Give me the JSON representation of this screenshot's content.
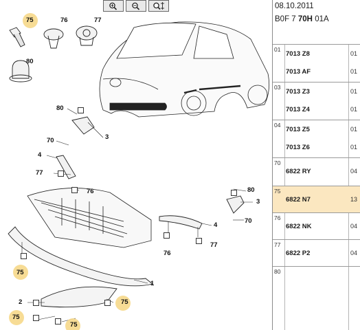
{
  "toolbar": {
    "zoom_in_icon": "zoom-in-icon",
    "zoom_out_icon": "zoom-out-icon",
    "fit_icon": "zoom-fit-icon"
  },
  "header": {
    "date": "08.10.2011",
    "ref_prefix": "B0F 7 ",
    "ref_bold": "70H",
    "ref_suffix": " 01A"
  },
  "callouts": {
    "c75a": "75",
    "c76a": "76",
    "c77a": "77",
    "c80a": "80",
    "c80b": "80",
    "c3a": "3",
    "c70a": "70",
    "c4a": "4",
    "c77b": "77",
    "c76b": "76",
    "c80c": "80",
    "c3b": "3",
    "c70b": "70",
    "c4b": "4",
    "c77c": "77",
    "c76c": "76",
    "c75b": "75",
    "c1": "1",
    "c2": "2",
    "c75c": "75",
    "c75d": "75",
    "c75e": "75"
  },
  "parts": [
    {
      "code": "01",
      "rows": [
        {
          "pn": "7013 Z8",
          "qty": "01"
        },
        {
          "pn": "7013 AF",
          "qty": "01"
        }
      ]
    },
    {
      "code": "03",
      "rows": [
        {
          "pn": "7013 Z3",
          "qty": "01"
        },
        {
          "pn": "7013 Z4",
          "qty": "01"
        }
      ]
    },
    {
      "code": "04",
      "rows": [
        {
          "pn": "7013 Z5",
          "qty": "01"
        },
        {
          "pn": "7013 Z6",
          "qty": "01"
        }
      ]
    },
    {
      "code": "70",
      "rows": [
        {
          "pn": "6822 RY",
          "qty": "04"
        }
      ]
    },
    {
      "code": "75",
      "rows": [
        {
          "pn": "6822 N7",
          "qty": "13"
        }
      ]
    },
    {
      "code": "76",
      "rows": [
        {
          "pn": "6822 NK",
          "qty": "04"
        }
      ]
    },
    {
      "code": "77",
      "rows": [
        {
          "pn": "6822 P2",
          "qty": "04"
        }
      ]
    },
    {
      "code": "80",
      "rows": []
    }
  ],
  "colors": {
    "highlight": "#f6d88a",
    "selected_row": "#fbe7c0"
  }
}
